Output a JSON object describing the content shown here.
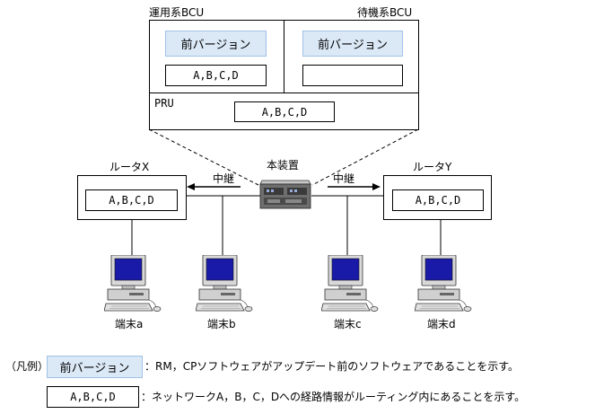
{
  "bcu_active": {
    "title": "運用系BCU",
    "version": "前バージョン",
    "routes": "A,B,C,D"
  },
  "bcu_standby": {
    "title": "待機系BCU",
    "version": "前バージョン"
  },
  "pru": {
    "title": "PRU",
    "routes": "A,B,C,D"
  },
  "device": {
    "label": "本装置"
  },
  "relay": {
    "left": "中継",
    "right": "中継"
  },
  "router_x": {
    "title": "ルータX",
    "routes": "A,B,C,D"
  },
  "router_y": {
    "title": "ルータY",
    "routes": "A,B,C,D"
  },
  "terminals": [
    "端末a",
    "端末b",
    "端末c",
    "端末d"
  ],
  "legend": {
    "heading": "（凡例）",
    "version_sample": "前バージョン",
    "version_desc": "：RM，CPソフトウェアがアップデート前のソフトウェアであることを示す。",
    "routes_sample": "A,B,C,D",
    "routes_desc": "：ネットワークA，B，C，Dへの経路情報がルーティング内にあることを示す。"
  },
  "colors": {
    "version_fill": "#dbe9f7",
    "screen": "#1a1aa8"
  }
}
